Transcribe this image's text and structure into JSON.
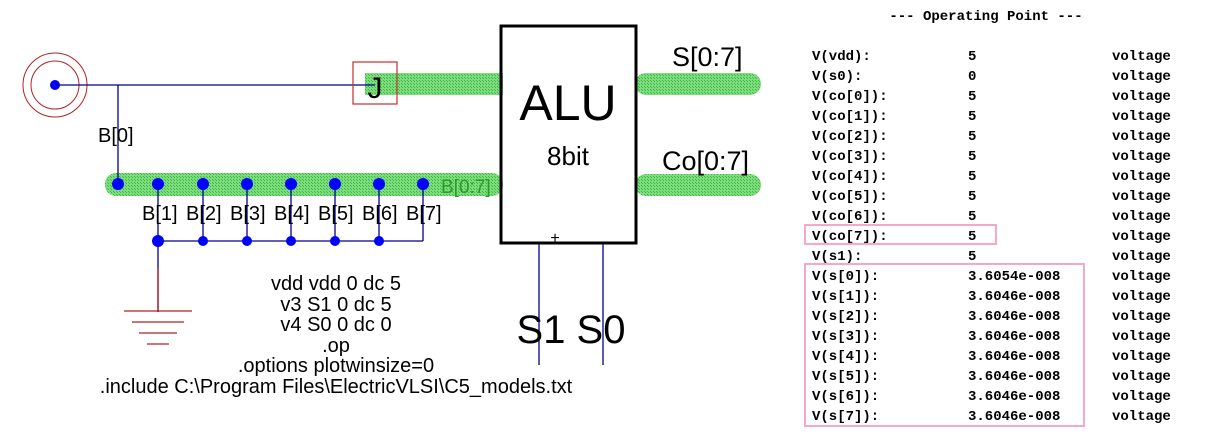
{
  "schematic": {
    "junction_label": "J",
    "alu_title": "ALU",
    "alu_subtitle": "8bit",
    "sum_bus_label": "S[0:7]",
    "carry_bus_label": "Co[0:7]",
    "b_bus_label": "B[0:7]",
    "b0_label": "B[0]",
    "bit_labels": [
      "B[1]",
      "B[2]",
      "B[3]",
      "B[4]",
      "B[5]",
      "B[6]",
      "B[7]"
    ],
    "select_label": "S1 S0",
    "plus_mark": "+",
    "netlist": [
      "vdd vdd 0 dc 5",
      "v3 S1 0 dc 5",
      "v4 S0 0 dc 0",
      ".op",
      ".options plotwinsize=0",
      ".include C:\\Program Files\\ElectricVLSI\\C5_models.txt"
    ],
    "colors": {
      "wire": "#00008b",
      "node": "#0000ff",
      "bus": "#5fd35f",
      "source": "#b22222",
      "alu": "#000000",
      "highlight": "#f4a9c8"
    }
  },
  "operating_point": {
    "title": "--- Operating Point ---",
    "rows": [
      {
        "name": "V(vdd):",
        "value": "5",
        "type": "voltage"
      },
      {
        "name": "V(s0):",
        "value": "0",
        "type": "voltage"
      },
      {
        "name": "V(co[0]):",
        "value": "5",
        "type": "voltage"
      },
      {
        "name": "V(co[1]):",
        "value": "5",
        "type": "voltage"
      },
      {
        "name": "V(co[2]):",
        "value": "5",
        "type": "voltage"
      },
      {
        "name": "V(co[3]):",
        "value": "5",
        "type": "voltage"
      },
      {
        "name": "V(co[4]):",
        "value": "5",
        "type": "voltage"
      },
      {
        "name": "V(co[5]):",
        "value": "5",
        "type": "voltage"
      },
      {
        "name": "V(co[6]):",
        "value": "5",
        "type": "voltage"
      },
      {
        "name": "V(co[7]):",
        "value": "5",
        "type": "voltage"
      },
      {
        "name": "V(s1):",
        "value": "5",
        "type": "voltage"
      },
      {
        "name": "V(s[0]):",
        "value": "3.6054e-008",
        "type": "voltage"
      },
      {
        "name": "V(s[1]):",
        "value": "3.6046e-008",
        "type": "voltage"
      },
      {
        "name": "V(s[2]):",
        "value": "3.6046e-008",
        "type": "voltage"
      },
      {
        "name": "V(s[3]):",
        "value": "3.6046e-008",
        "type": "voltage"
      },
      {
        "name": "V(s[4]):",
        "value": "3.6046e-008",
        "type": "voltage"
      },
      {
        "name": "V(s[5]):",
        "value": "3.6046e-008",
        "type": "voltage"
      },
      {
        "name": "V(s[6]):",
        "value": "3.6046e-008",
        "type": "voltage"
      },
      {
        "name": "V(s[7]):",
        "value": "3.6046e-008",
        "type": "voltage"
      }
    ]
  }
}
